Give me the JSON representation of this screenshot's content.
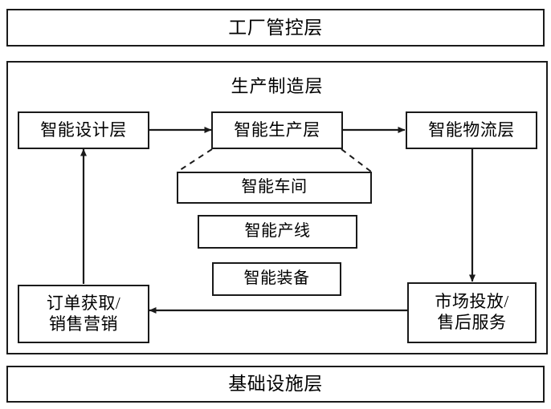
{
  "diagram": {
    "title_top": "工厂管控层",
    "title_bottom": "基础设施层",
    "middle": {
      "title": "生产制造层",
      "nodes": {
        "design": "智能设计层",
        "production": "智能生产层",
        "logistics": "智能物流层",
        "order": "订单获取/\n销售营销",
        "market": "市场投放/\n售后服务"
      },
      "sub_nodes": [
        "智能车间",
        "智能产线",
        "智能装备"
      ]
    },
    "colors": {
      "line": "#1a1a1a",
      "background": "#ffffff",
      "text": "#000000"
    },
    "connectors": [
      {
        "name": "design-to-production",
        "style": "solid-arrow",
        "direction": "right"
      },
      {
        "name": "production-to-logistics",
        "style": "solid-arrow",
        "direction": "right"
      },
      {
        "name": "logistics-to-market",
        "style": "solid-arrow",
        "direction": "down"
      },
      {
        "name": "market-to-order",
        "style": "solid-arrow",
        "direction": "left"
      },
      {
        "name": "order-to-design",
        "style": "solid-arrow",
        "direction": "up"
      },
      {
        "name": "production-to-workshop-left",
        "style": "dashed",
        "direction": "none"
      },
      {
        "name": "production-to-workshop-right",
        "style": "dashed",
        "direction": "none"
      }
    ]
  }
}
